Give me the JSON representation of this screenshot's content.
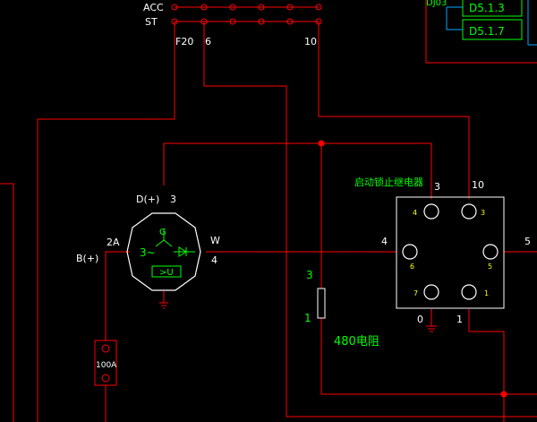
{
  "colors": {
    "background": "#000000",
    "wire": "#ff0000",
    "label_green": "#00ff00",
    "label_white": "#ffffff",
    "pin_yellow": "#ffff00",
    "box_blue": "#00aaff"
  },
  "switch": {
    "acc_label": "ACC",
    "st_label": "ST",
    "pin_f20": "F20",
    "pin_6": "6",
    "pin_10": "10"
  },
  "refs": {
    "top_label": "DJ03",
    "ref1": "D5.1.3",
    "ref2": "D5.1.7"
  },
  "alternator": {
    "d_plus": "D(+)",
    "d_pin": "3",
    "b_plus": "B(+)",
    "b_pin": "2A",
    "w_label": "W",
    "w_pin": "4",
    "phase": "3~",
    "g_label": "G",
    "regulator": ">U"
  },
  "fuse": {
    "rating": "100A"
  },
  "resistor": {
    "top_pin": "3",
    "bottom_pin": "1",
    "label": "480电阻"
  },
  "relay": {
    "title": "启动锁止继电器",
    "pin_left": "4",
    "pin_top_left": "3",
    "pin_top_right": "10",
    "pin_right": "5",
    "pin_bottom_left": "0",
    "pin_bottom_right": "1",
    "inner_pins": [
      "4",
      "3",
      "6",
      "5",
      "7",
      "1"
    ]
  }
}
